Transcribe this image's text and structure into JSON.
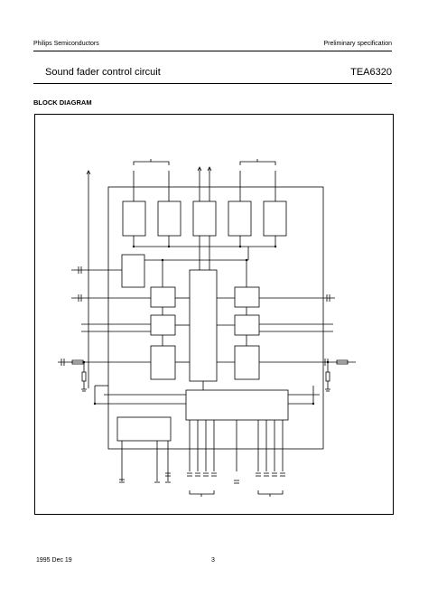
{
  "header": {
    "company": "Philips Semiconductors",
    "doc_status": "Preliminary specification"
  },
  "title": {
    "product_name": "Sound fader control circuit",
    "part_number": "TEA6320"
  },
  "section": {
    "heading": "BLOCK DIAGRAM"
  },
  "footer": {
    "date": "1995 Dec 19",
    "page_number": "3"
  }
}
